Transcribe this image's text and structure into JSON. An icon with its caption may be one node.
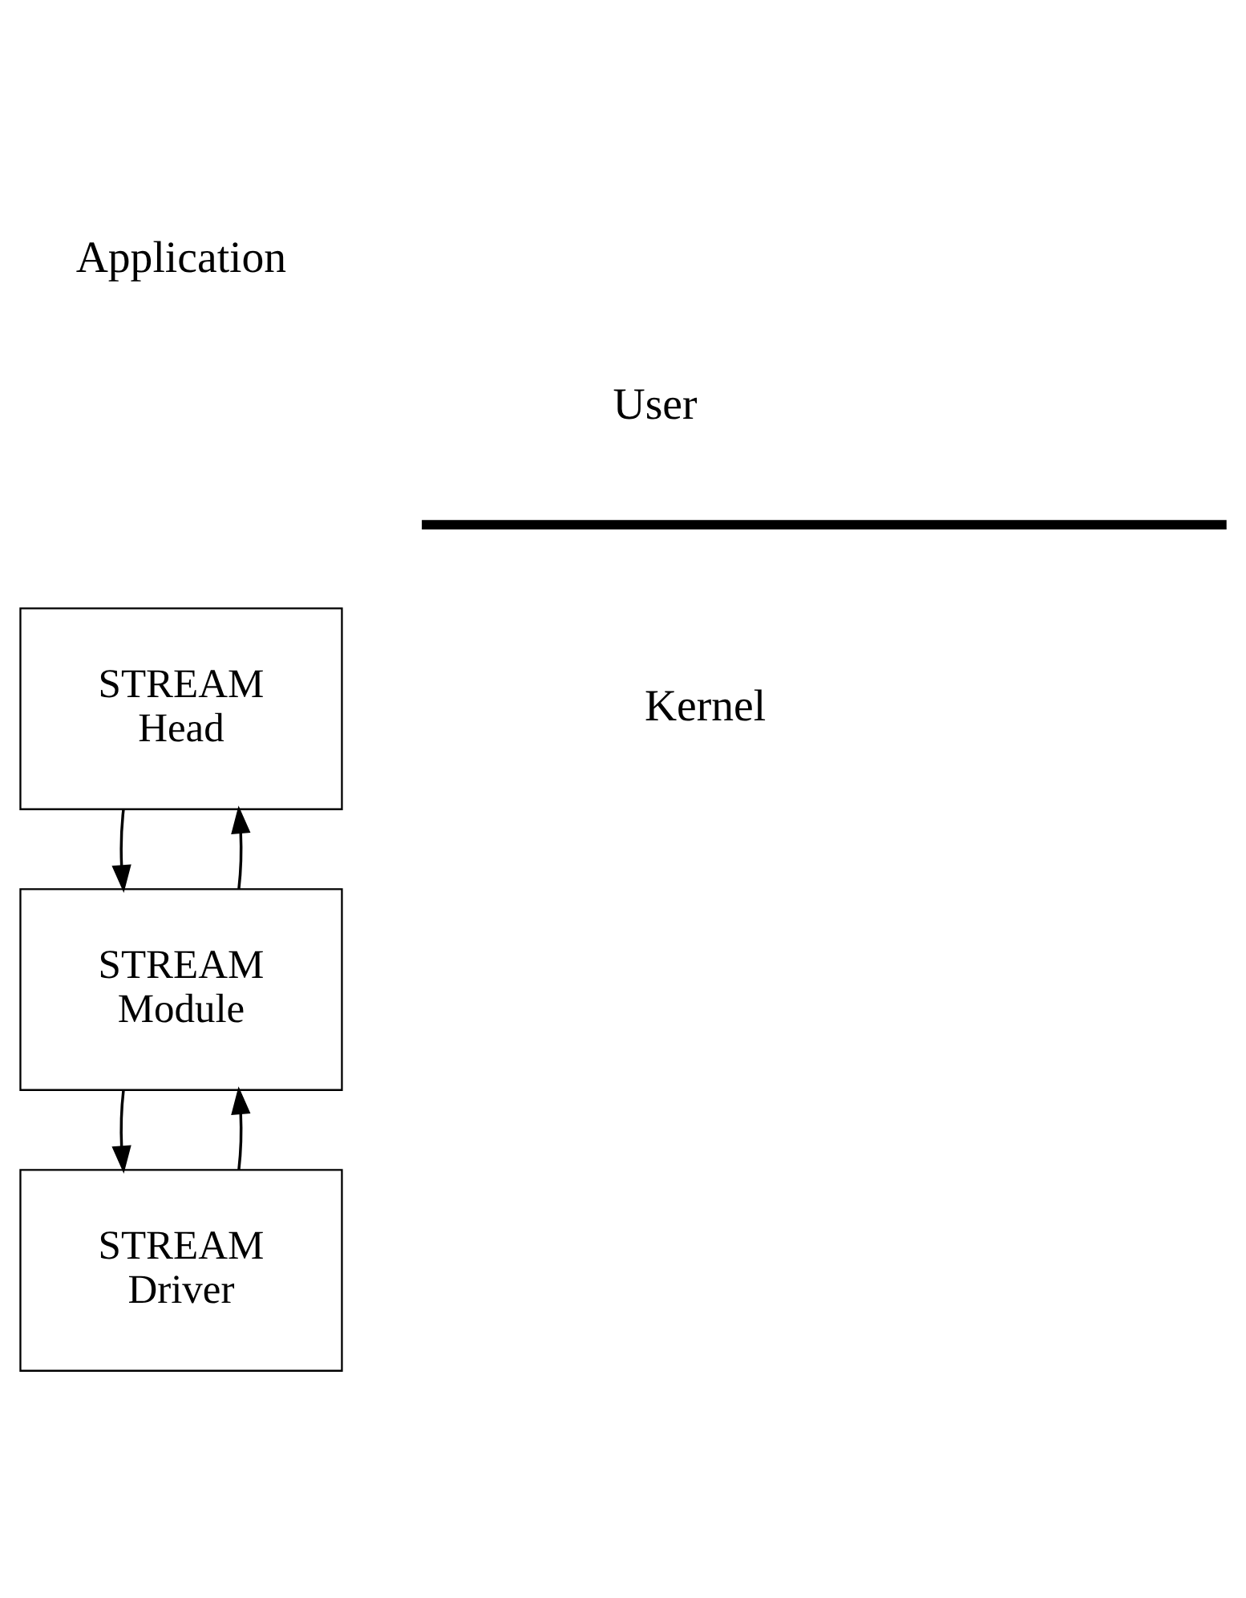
{
  "diagram": {
    "nodes": [
      {
        "text": [
          "STREAM Head"
        ]
      },
      {
        "text": [
          "STREAM Module"
        ]
      },
      {
        "text": [
          "STREAM Driver"
        ]
      }
    ],
    "edges": [
      {
        "from": 0,
        "to": 1,
        "arrow": "to"
      },
      {
        "from": 1,
        "to": 0,
        "arrow": "to"
      },
      {
        "from": 1,
        "to": 2,
        "arrow": "to"
      },
      {
        "from": 2,
        "to": 1,
        "arrow": "to"
      }
    ],
    "labels": [
      "Application",
      "User",
      "Kernel"
    ]
  }
}
